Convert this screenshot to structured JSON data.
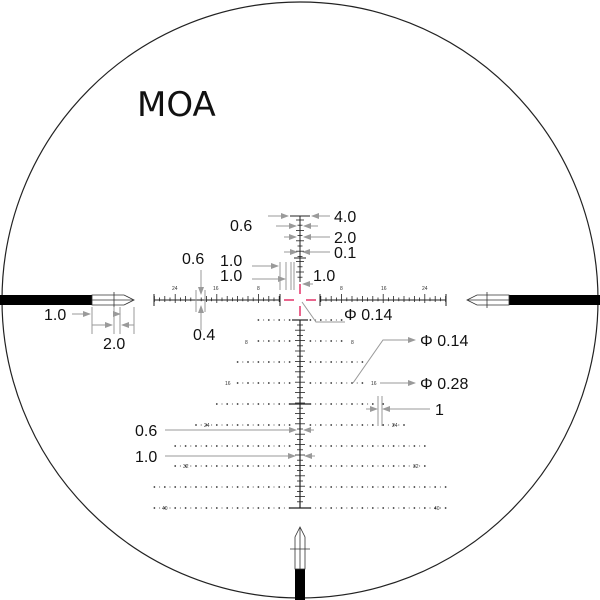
{
  "title": "MOA",
  "colors": {
    "reticle": "#111111",
    "dimension": "#9a9a9a",
    "center_cross": "#e0245e",
    "post": "#000000"
  },
  "top_stadia_callouts": {
    "width_0_6": "0.6",
    "width_4_0": "4.0",
    "width_2_0": "2.0",
    "spacing_0_1": "0.1",
    "offset_1_0_a": "1.0",
    "offset_1_0_b": "1.0",
    "offset_1_0_c": "1.0"
  },
  "horizontal_callouts": {
    "tick_0_6": "0.6",
    "tick_0_4": "0.4"
  },
  "left_post_callouts": {
    "tip_1_0": "1.0",
    "width_2_0": "2.0"
  },
  "center_callouts": {
    "center_dot": "Φ 0.14"
  },
  "tree_callouts": {
    "small_dot": "Φ 0.14",
    "large_dot": "Φ 0.28",
    "spacing": "1"
  },
  "vertical_callouts": {
    "tick_0_6": "0.6",
    "tick_1_0": "1.0"
  },
  "horizontal_scale_labels": {
    "left": [
      "24",
      "16",
      "8"
    ],
    "right": [
      "8",
      "16",
      "24"
    ]
  },
  "tree_row_labels": {
    "row_8": "8",
    "row_16": "16",
    "row_24": "24",
    "row_32": "32",
    "row_40": "40"
  }
}
